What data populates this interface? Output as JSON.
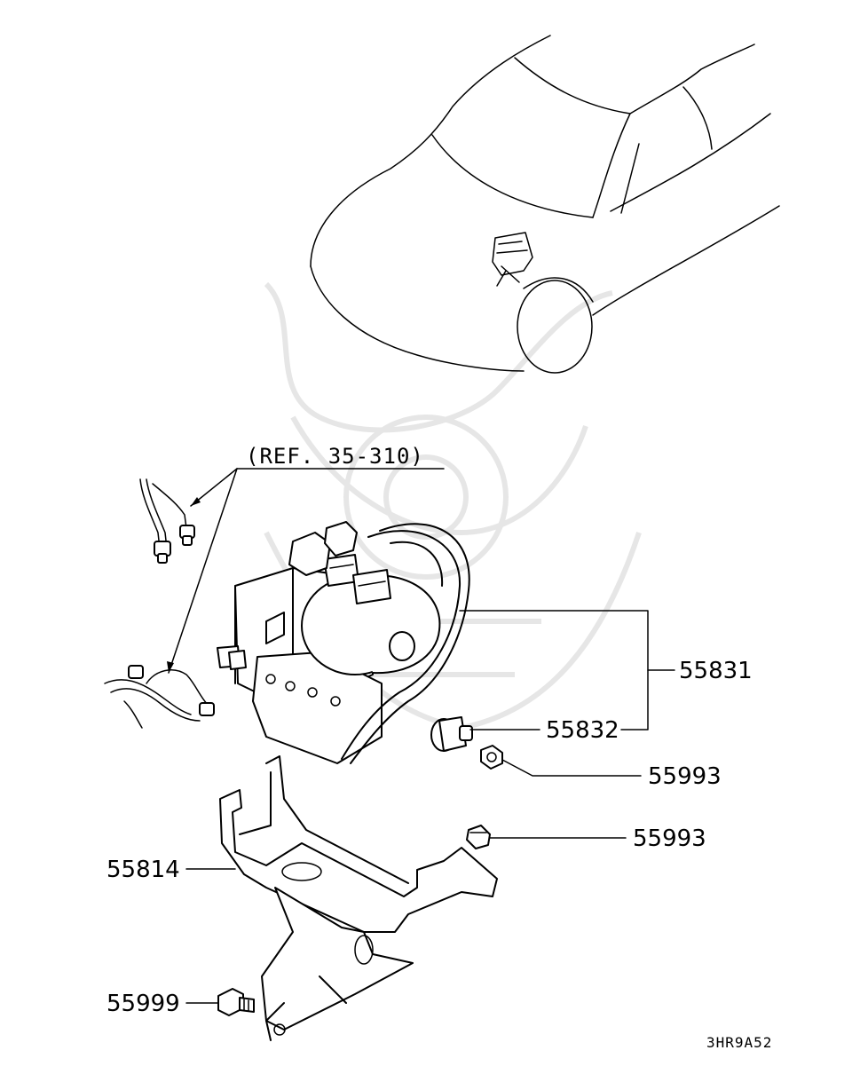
{
  "diagram": {
    "reference_note": "(REF. 35-310)",
    "drawing_code": "3HR9A52",
    "callouts": {
      "hydraulic_unit": "55831",
      "relay_bushing": "55832",
      "nut_upper": "55993",
      "nut_lower": "55993",
      "bracket": "55814",
      "bolt": "55999"
    }
  }
}
